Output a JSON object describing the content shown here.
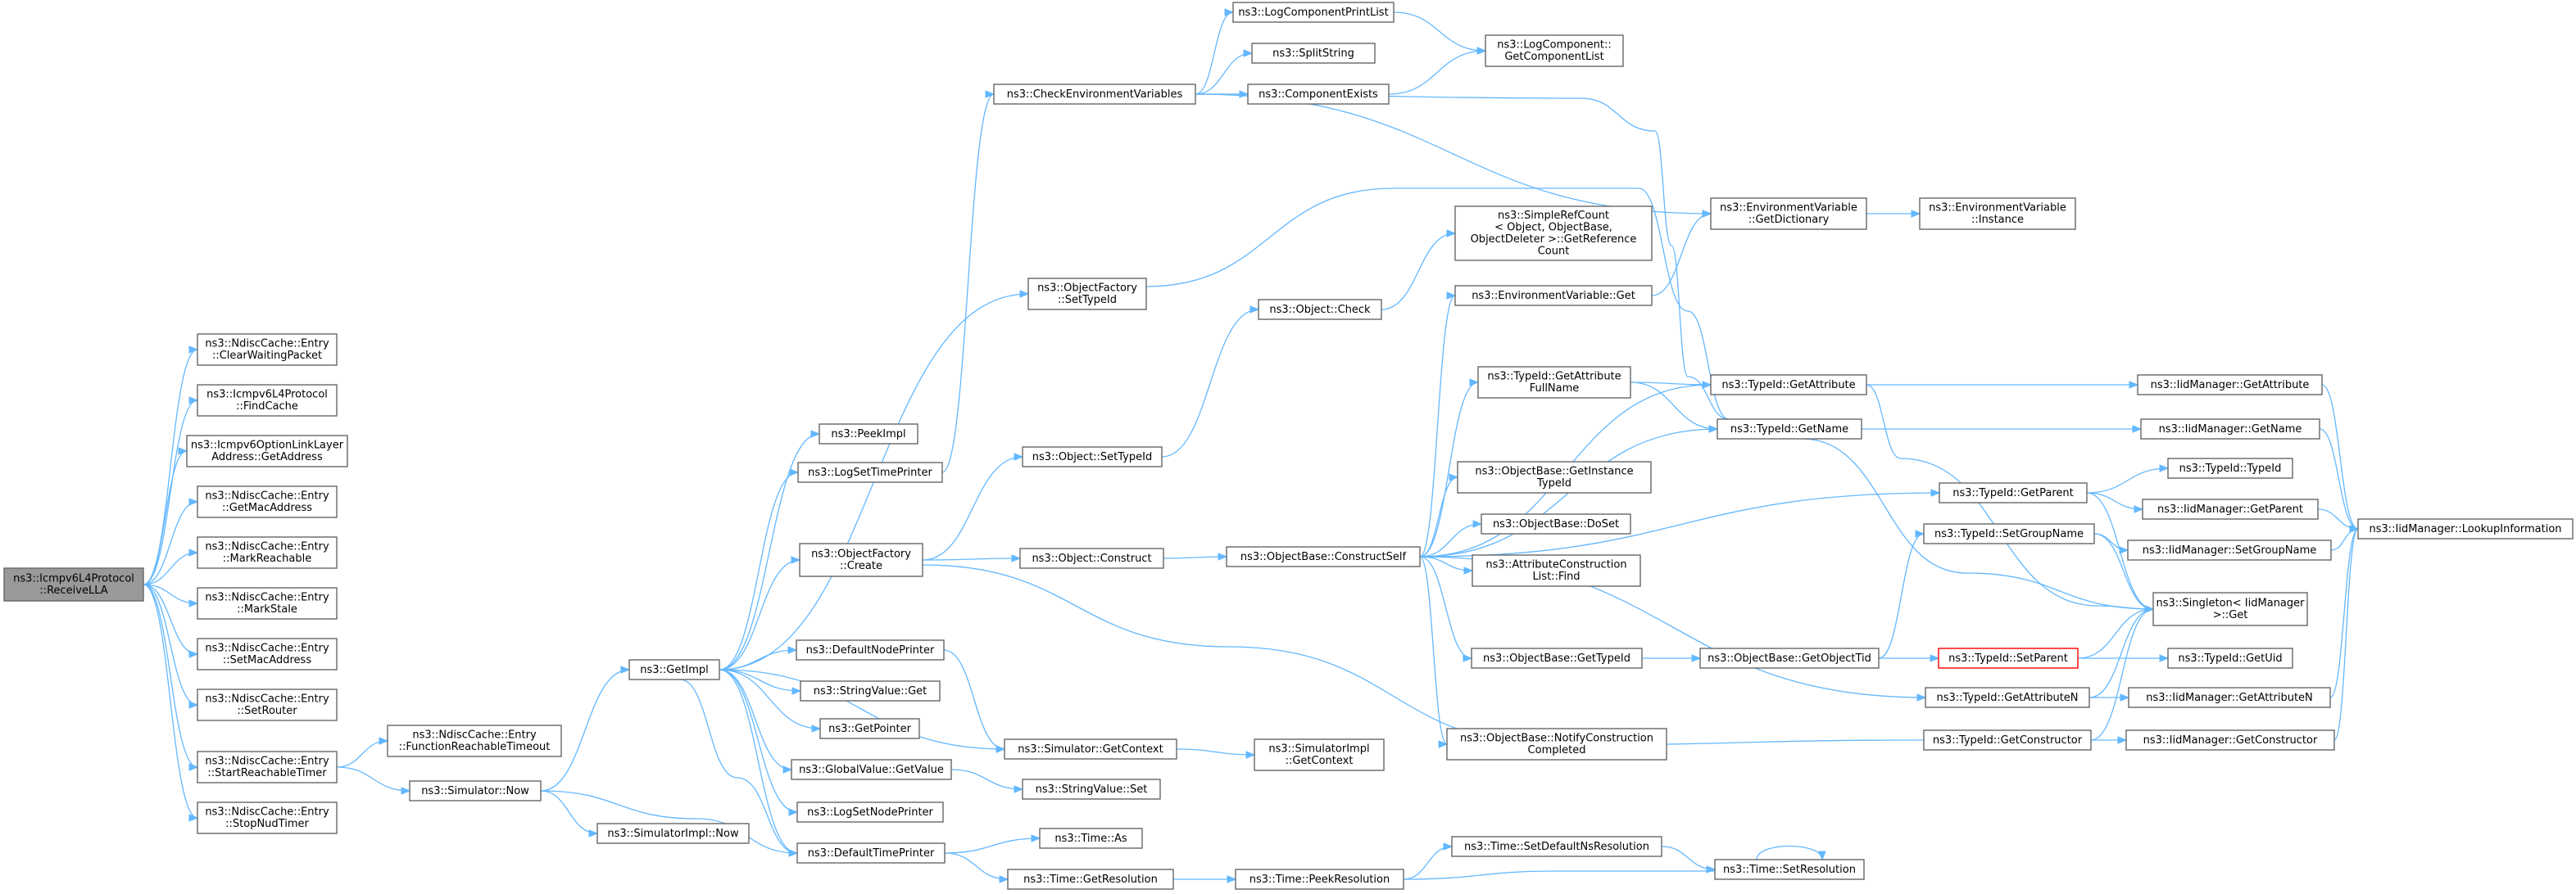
{
  "diagram": {
    "colors": {
      "edge": "#63b8ff",
      "node_border": "#666666",
      "root_fill": "#999999",
      "highlight_border": "#ff0000"
    },
    "nodes": [
      {
        "id": "root",
        "lines": [
          "ns3::Icmpv6L4Protocol",
          "::ReceiveLLA"
        ],
        "style": "root"
      },
      {
        "id": "ndc_clearwait",
        "lines": [
          "ns3::NdiscCache::Entry",
          "::ClearWaitingPacket"
        ]
      },
      {
        "id": "icmp_findcache",
        "lines": [
          "ns3::Icmpv6L4Protocol",
          "::FindCache"
        ]
      },
      {
        "id": "icmp_optlink",
        "lines": [
          "ns3::Icmpv6OptionLinkLayer",
          "Address::GetAddress"
        ]
      },
      {
        "id": "ndc_getmac",
        "lines": [
          "ns3::NdiscCache::Entry",
          "::GetMacAddress"
        ]
      },
      {
        "id": "ndc_markreach",
        "lines": [
          "ns3::NdiscCache::Entry",
          "::MarkReachable"
        ]
      },
      {
        "id": "ndc_markstale",
        "lines": [
          "ns3::NdiscCache::Entry",
          "::MarkStale"
        ]
      },
      {
        "id": "ndc_setmac",
        "lines": [
          "ns3::NdiscCache::Entry",
          "::SetMacAddress"
        ]
      },
      {
        "id": "ndc_setrouter",
        "lines": [
          "ns3::NdiscCache::Entry",
          "::SetRouter"
        ]
      },
      {
        "id": "ndc_startreach",
        "lines": [
          "ns3::NdiscCache::Entry",
          "::StartReachableTimer"
        ]
      },
      {
        "id": "ndc_stopnud",
        "lines": [
          "ns3::NdiscCache::Entry",
          "::StopNudTimer"
        ]
      },
      {
        "id": "ndc_funcreach",
        "lines": [
          "ns3::NdiscCache::Entry",
          "::FunctionReachableTimeout"
        ]
      },
      {
        "id": "sim_now",
        "lines": [
          "ns3::Simulator::Now"
        ]
      },
      {
        "id": "simimpl_now",
        "lines": [
          "ns3::SimulatorImpl::Now"
        ]
      },
      {
        "id": "getimpl",
        "lines": [
          "ns3::GetImpl"
        ]
      },
      {
        "id": "peekimpl",
        "lines": [
          "ns3::PeekImpl"
        ]
      },
      {
        "id": "logsettime",
        "lines": [
          "ns3::LogSetTimePrinter"
        ]
      },
      {
        "id": "objfac_create",
        "lines": [
          "ns3::ObjectFactory",
          "::Create"
        ]
      },
      {
        "id": "defnodeprinter",
        "lines": [
          "ns3::DefaultNodePrinter"
        ]
      },
      {
        "id": "strval_get",
        "lines": [
          "ns3::StringValue::Get"
        ]
      },
      {
        "id": "getpointer",
        "lines": [
          "ns3::GetPointer"
        ]
      },
      {
        "id": "globalval_get",
        "lines": [
          "ns3::GlobalValue::GetValue"
        ]
      },
      {
        "id": "logsetnode",
        "lines": [
          "ns3::LogSetNodePrinter"
        ]
      },
      {
        "id": "deftimeprinter",
        "lines": [
          "ns3::DefaultTimePrinter"
        ]
      },
      {
        "id": "checkenv",
        "lines": [
          "ns3::CheckEnvironmentVariables"
        ]
      },
      {
        "id": "logcompprint",
        "lines": [
          "ns3::LogComponentPrintList"
        ]
      },
      {
        "id": "splitstring",
        "lines": [
          "ns3::SplitString"
        ]
      },
      {
        "id": "compexists",
        "lines": [
          "ns3::ComponentExists"
        ]
      },
      {
        "id": "logcomp_getlist",
        "lines": [
          "ns3::LogComponent::",
          "GetComponentList"
        ]
      },
      {
        "id": "objfac_settid",
        "lines": [
          "ns3::ObjectFactory",
          "::SetTypeId"
        ]
      },
      {
        "id": "obj_settid",
        "lines": [
          "ns3::Object::SetTypeId"
        ]
      },
      {
        "id": "obj_construct",
        "lines": [
          "ns3::Object::Construct"
        ]
      },
      {
        "id": "sim_getctx",
        "lines": [
          "ns3::Simulator::GetContext"
        ]
      },
      {
        "id": "strval_set",
        "lines": [
          "ns3::StringValue::Set"
        ]
      },
      {
        "id": "time_as",
        "lines": [
          "ns3::Time::As"
        ]
      },
      {
        "id": "time_getres",
        "lines": [
          "ns3::Time::GetResolution"
        ]
      },
      {
        "id": "obj_check",
        "lines": [
          "ns3::Object::Check"
        ]
      },
      {
        "id": "simimpl_getctx",
        "lines": [
          "ns3::SimulatorImpl",
          "::GetContext"
        ]
      },
      {
        "id": "time_peekres",
        "lines": [
          "ns3::Time::PeekResolution"
        ]
      },
      {
        "id": "objbase_construct",
        "lines": [
          "ns3::ObjectBase::ConstructSelf"
        ]
      },
      {
        "id": "simplerefcount",
        "lines": [
          "ns3::SimpleRefCount",
          "< Object, ObjectBase,",
          "ObjectDeleter >::GetReference",
          "Count"
        ]
      },
      {
        "id": "envvar_get",
        "lines": [
          "ns3::EnvironmentVariable::Get"
        ]
      },
      {
        "id": "tid_getattrfull",
        "lines": [
          "ns3::TypeId::GetAttribute",
          "FullName"
        ]
      },
      {
        "id": "objbase_getinst",
        "lines": [
          "ns3::ObjectBase::GetInstance",
          "TypeId"
        ]
      },
      {
        "id": "objbase_doset",
        "lines": [
          "ns3::ObjectBase::DoSet"
        ]
      },
      {
        "id": "attrconst_find",
        "lines": [
          "ns3::AttributeConstruction",
          "List::Find"
        ]
      },
      {
        "id": "objbase_gettid",
        "lines": [
          "ns3::ObjectBase::GetTypeId"
        ]
      },
      {
        "id": "objbase_notify",
        "lines": [
          "ns3::ObjectBase::NotifyConstruction",
          "Completed"
        ]
      },
      {
        "id": "time_setdefns",
        "lines": [
          "ns3::Time::SetDefaultNsResolution"
        ]
      },
      {
        "id": "envvar_getdict",
        "lines": [
          "ns3::EnvironmentVariable",
          "::GetDictionary"
        ]
      },
      {
        "id": "tid_getattr",
        "lines": [
          "ns3::TypeId::GetAttribute"
        ]
      },
      {
        "id": "tid_getname",
        "lines": [
          "ns3::TypeId::GetName"
        ]
      },
      {
        "id": "objbase_getobjtid",
        "lines": [
          "ns3::ObjectBase::GetObjectTid"
        ]
      },
      {
        "id": "time_setres",
        "lines": [
          "ns3::Time::SetResolution"
        ]
      },
      {
        "id": "envvar_instance",
        "lines": [
          "ns3::EnvironmentVariable",
          "::Instance"
        ]
      },
      {
        "id": "tid_getparent",
        "lines": [
          "ns3::TypeId::GetParent"
        ]
      },
      {
        "id": "tid_setgroup",
        "lines": [
          "ns3::TypeId::SetGroupName"
        ]
      },
      {
        "id": "tid_setparent",
        "lines": [
          "ns3::TypeId::SetParent"
        ],
        "style": "red"
      },
      {
        "id": "tid_getattrn",
        "lines": [
          "ns3::TypeId::GetAttributeN"
        ]
      },
      {
        "id": "tid_getctor",
        "lines": [
          "ns3::TypeId::GetConstructor"
        ]
      },
      {
        "id": "iid_getattr",
        "lines": [
          "ns3::IidManager::GetAttribute"
        ]
      },
      {
        "id": "iid_getname",
        "lines": [
          "ns3::IidManager::GetName"
        ]
      },
      {
        "id": "tid_typeid",
        "lines": [
          "ns3::TypeId::TypeId"
        ]
      },
      {
        "id": "iid_getparent",
        "lines": [
          "ns3::IidManager::GetParent"
        ]
      },
      {
        "id": "iid_setgroup",
        "lines": [
          "ns3::IidManager::SetGroupName"
        ]
      },
      {
        "id": "singleton_get",
        "lines": [
          "ns3::Singleton< IidManager",
          " >::Get"
        ]
      },
      {
        "id": "tid_getuid",
        "lines": [
          "ns3::TypeId::GetUid"
        ]
      },
      {
        "id": "iid_getattrn",
        "lines": [
          "ns3::IidManager::GetAttributeN"
        ]
      },
      {
        "id": "iid_getctor",
        "lines": [
          "ns3::IidManager::GetConstructor"
        ]
      },
      {
        "id": "iid_lookup",
        "lines": [
          "ns3::IidManager::LookupInformation"
        ]
      }
    ]
  }
}
